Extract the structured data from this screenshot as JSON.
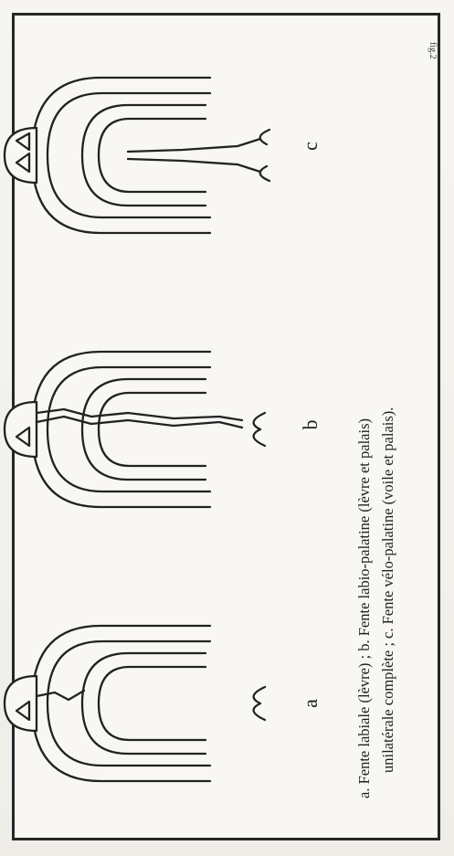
{
  "figure": {
    "fig_label": "fig.2",
    "panels": [
      {
        "id": "a",
        "letter": "a"
      },
      {
        "id": "b",
        "letter": "b"
      },
      {
        "id": "c",
        "letter": "c"
      }
    ],
    "caption": {
      "line1": "a. Fente labiale (lèvre) ; b. Fente labio-palatine (lèvre et palais)",
      "line2": "unilatérale complète ; c. Fente vélo-palatine (voile et palais)."
    }
  },
  "colors": {
    "ink": "#222222",
    "paper": "#f8f7f4",
    "frame": "#262626"
  }
}
